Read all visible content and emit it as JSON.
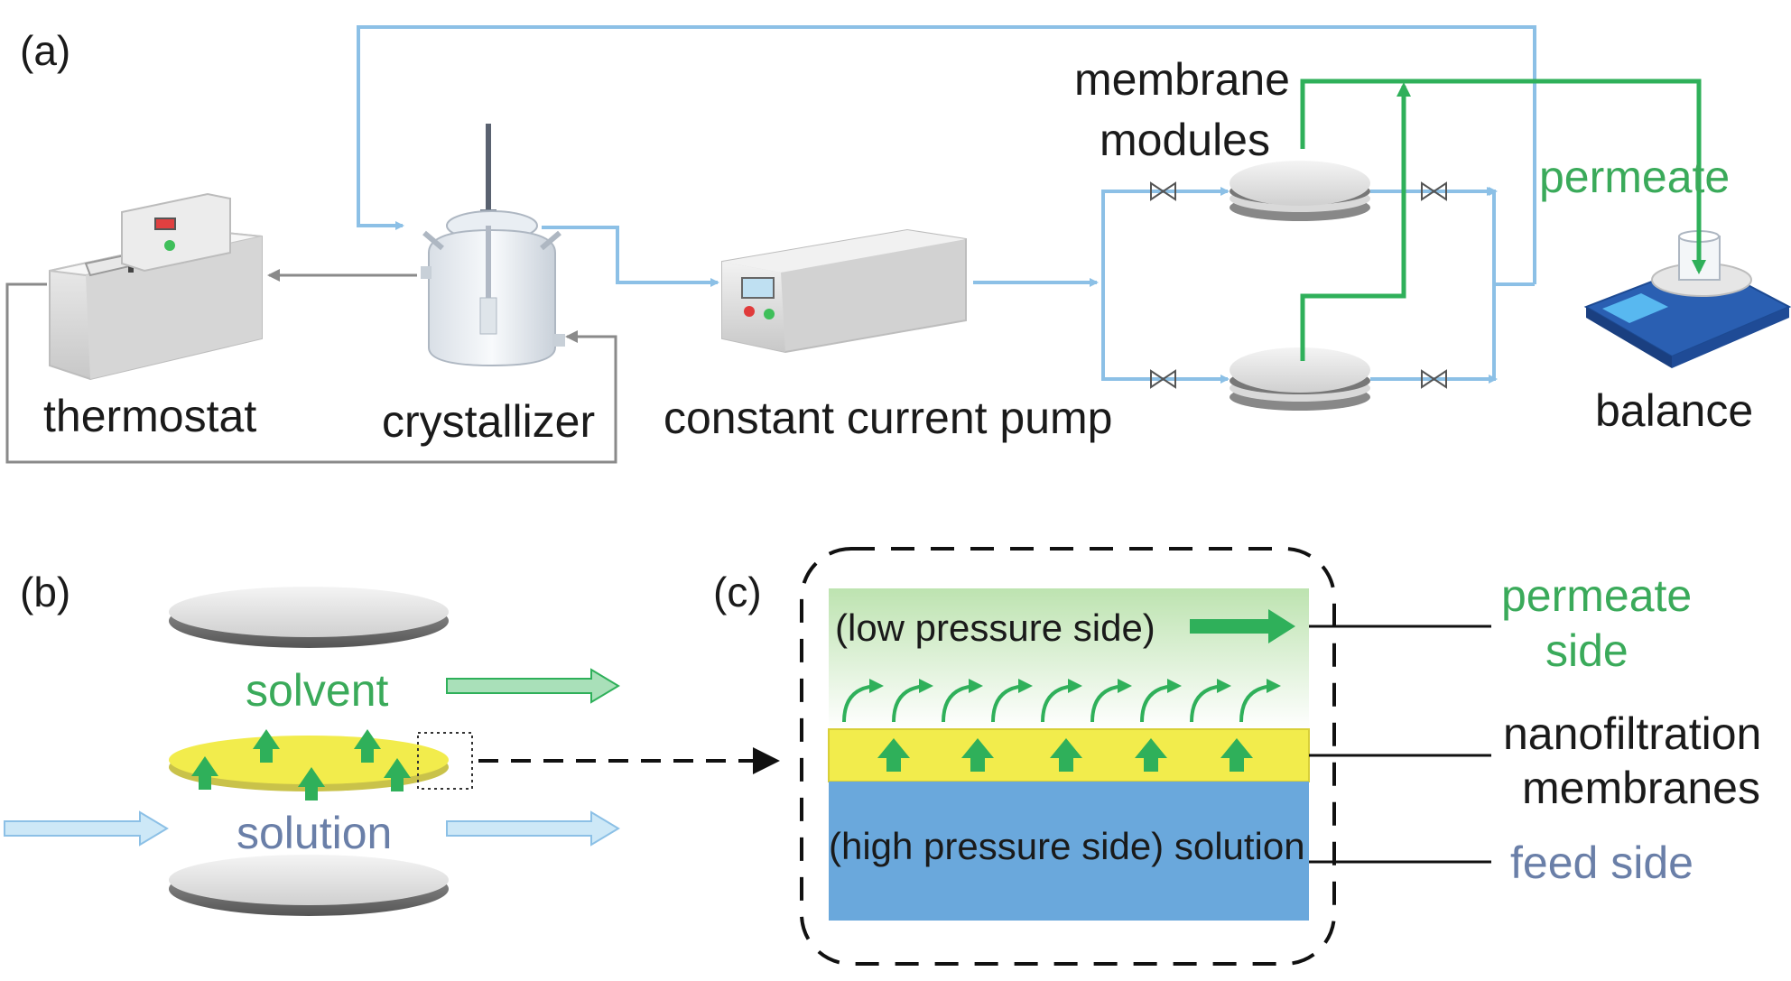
{
  "panels": {
    "a": "(a)",
    "b": "(b)",
    "c": "(c)"
  },
  "panel_a": {
    "thermostat": "thermostat",
    "crystallizer": "crystallizer",
    "pump": "constant current pump",
    "membrane_line1": "membrane",
    "membrane_line2": "modules",
    "permeate": "permeate",
    "balance": "balance"
  },
  "panel_b": {
    "solvent": "solvent",
    "solution": "solution"
  },
  "panel_c": {
    "low_pressure": "(low pressure side)",
    "high_pressure": "(high pressure side) solution",
    "permeate_line1": "permeate",
    "permeate_line2": "side",
    "nano_line1": "nanofiltration",
    "nano_line2": "membranes",
    "feed_side": "feed side"
  },
  "colors": {
    "blue_line": "#8cc0e6",
    "green_line": "#2fb05a",
    "gray_line": "#8a8a8a",
    "membrane_yellow": "#f2ec4c",
    "feed_blue": "#6aa8dc"
  }
}
